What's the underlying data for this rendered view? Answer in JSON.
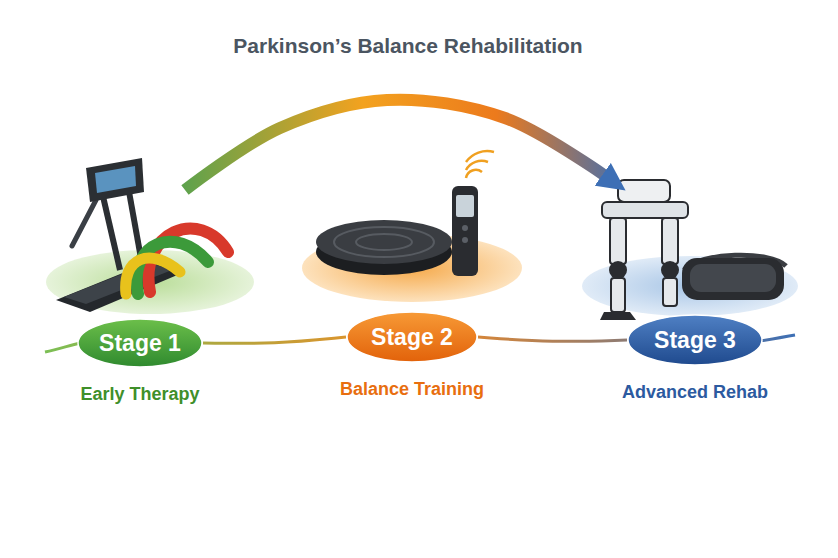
{
  "diagram": {
    "title": "Parkinson’s Balance Rehabilitation",
    "nodes": [
      {
        "text": [
          "Stage 1",
          "Early Therapy"
        ]
      },
      {
        "text": [
          "Stage 2",
          "Balance Training"
        ]
      },
      {
        "text": [
          "Stage 3",
          "Advanced Rehab"
        ]
      }
    ],
    "edges": [
      {
        "from": 0,
        "to": 1,
        "arrow": "none"
      },
      {
        "from": 1,
        "to": 2,
        "arrow": "none"
      },
      {
        "from": 0,
        "to": 2,
        "arrow": "to"
      }
    ]
  }
}
